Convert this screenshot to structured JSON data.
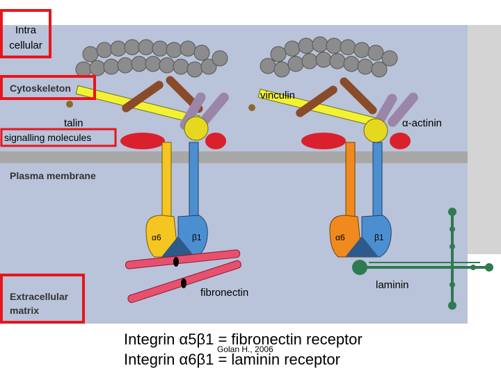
{
  "labels": {
    "intracellular": [
      "Intra",
      "cellular"
    ],
    "cytoskeleton": "Cytoskeleton",
    "vinculin": "vinculin",
    "talin": "talin",
    "alpha_actinin": "α-actinin",
    "signalling_molecules": "signalling molecules",
    "plasma_membrane": "Plasma membrane",
    "extracellular_matrix": [
      "Extracellular",
      "matrix"
    ],
    "fibronectin": "fibronectin",
    "laminin": "laminin",
    "subunit_alpha": "α6",
    "subunit_beta": "β1"
  },
  "caption": {
    "line1": "Integrin α5β1 = fibronectin receptor",
    "credit": "Golan H., 2006",
    "line2": "Integrin α6β1 = laminin receptor"
  },
  "colors": {
    "panel": "#b9c3d9",
    "membrane": "#a8a8a8",
    "highlight_box": "#e8151b",
    "actin": "#8c8c8c",
    "talin": "#f2f233",
    "vinculin_rod": "#8a4b2a",
    "adaptor": "#9a86a8",
    "yellow_ball": "#e6d81e",
    "red_signal": "#d9202c",
    "alpha_subunit_left": "#f5c521",
    "alpha_subunit_right": "#f08a1f",
    "beta_subunit": "#4c8fd0",
    "ecm_rod": "#e8506e",
    "laminin": "#2f7a4f"
  }
}
